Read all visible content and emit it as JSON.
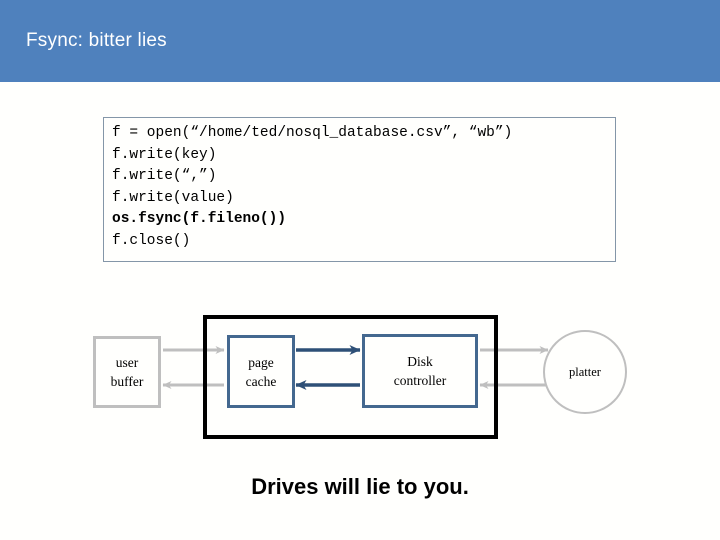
{
  "header": {
    "title": "Fsync: bitter lies",
    "background_color": "#4f81bd",
    "text_color": "#ffffff"
  },
  "page": {
    "background_color": "#fffffd"
  },
  "code_block": {
    "border_color": "#8496a8",
    "lines": [
      {
        "text": "f = open(“/home/ted/nosql_database.csv”, “wb”)",
        "bold": false
      },
      {
        "text": "f.write(key)",
        "bold": false
      },
      {
        "text": "f.write(“,”)",
        "bold": false
      },
      {
        "text": "f.write(value)",
        "bold": false
      },
      {
        "text": "os.fsync(f.fileno())",
        "bold": true
      },
      {
        "text": "f.close()",
        "bold": false
      }
    ]
  },
  "diagram": {
    "enclosure_color": "#000000",
    "gray_color": "#bfbfbf",
    "blue_color": "#44688f",
    "nodes": {
      "user_buffer": {
        "line1": "user",
        "line2": "buffer"
      },
      "page_cache": {
        "line1": "page",
        "line2": "cache"
      },
      "disk_controller": {
        "line1": "Disk",
        "line2": "controller"
      },
      "platter": {
        "line1": "platter"
      }
    },
    "arrows": [
      {
        "name": "user-buffer-to-page-cache",
        "direction": "right",
        "color": "#bfbfbf"
      },
      {
        "name": "page-cache-to-user-buffer",
        "direction": "left",
        "color": "#bfbfbf"
      },
      {
        "name": "page-cache-to-disk-controller",
        "direction": "right",
        "color": "#2e5077"
      },
      {
        "name": "disk-controller-to-page-cache",
        "direction": "left",
        "color": "#2e5077"
      },
      {
        "name": "disk-controller-to-platter",
        "direction": "right",
        "color": "#bfbfbf"
      },
      {
        "name": "platter-to-disk-controller",
        "direction": "left",
        "color": "#bfbfbf"
      }
    ]
  },
  "caption": {
    "text": "Drives will lie to you."
  }
}
